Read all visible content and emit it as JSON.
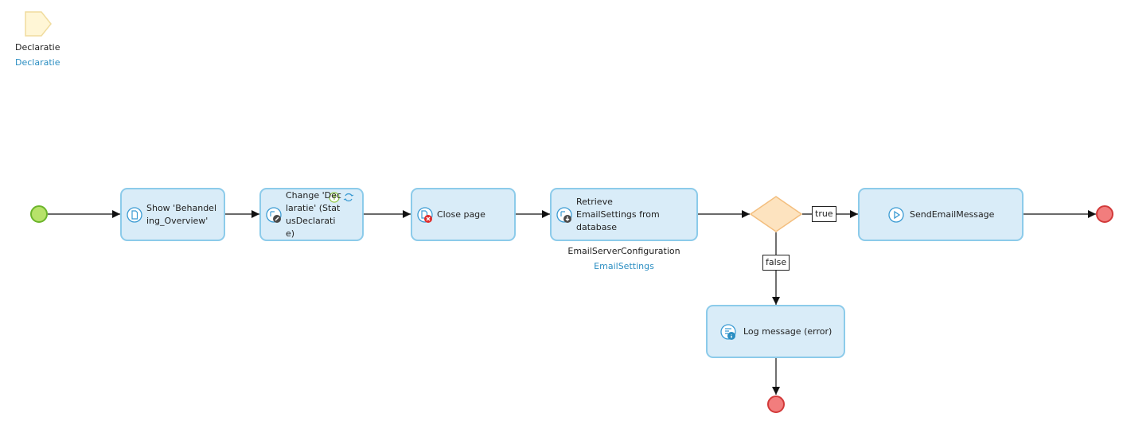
{
  "parameter": {
    "name": "Declaratie",
    "type": "Declaratie"
  },
  "activities": {
    "show_page": {
      "label": "Show 'Behandeling_Overview'"
    },
    "change_object": {
      "label": "Change 'Declaratie' (StatusDeclaratie)"
    },
    "close_page": {
      "label": "Close page"
    },
    "retrieve": {
      "label": "Retrieve EmailSettings from database",
      "entity": "EmailServerConfiguration",
      "variable": "EmailSettings"
    },
    "send_email": {
      "label": "SendEmailMessage"
    },
    "log_message": {
      "label": "Log message (error)"
    }
  },
  "flows": {
    "true_label": "true",
    "false_label": "false"
  },
  "colors": {
    "activity_fill": "#d9ecf8",
    "activity_border": "#8ccbea",
    "start_fill": "#b7e26a",
    "end_fill": "#f27d7d",
    "gateway_fill": "#fde3bf",
    "gateway_border": "#f3be7e",
    "link_text": "#2b8ec2"
  }
}
